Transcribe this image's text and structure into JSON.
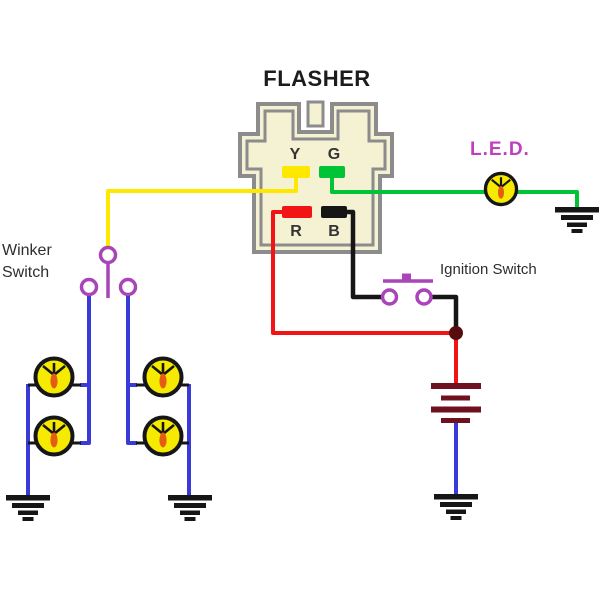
{
  "title": "FLASHER",
  "labels": {
    "flasher": "FLASHER",
    "winker_line1": "Winker",
    "winker_line2": "Switch",
    "ignition": "Ignition Switch",
    "led": "L.E.D.",
    "terminal_y": "Y",
    "terminal_g": "G",
    "terminal_r": "R",
    "terminal_b": "B"
  },
  "components": [
    "flasher relay connector with terminals Y G R B",
    "winker (turn signal) switch",
    "ignition switch (push type)",
    "L.E.D. indicator bulb",
    "left pair of turn signal lamps",
    "right pair of turn signal lamps",
    "battery",
    "four ground symbols",
    "wire junction dot"
  ],
  "colors": {
    "wire_yellow": "#ffe800",
    "wire_green": "#00c435",
    "wire_red": "#f21414",
    "wire_black": "#161616",
    "wire_blue": "#3a3ad8",
    "switch_purple": "#a944b9",
    "led_label_magenta": "#bf3fbf",
    "connector_fill": "#f5f1d3",
    "connector_outline": "#8c8c8c",
    "battery_maroon": "#6f1220",
    "junction_dark_red": "#570d0d",
    "lamp_yellow": "#f5ea00",
    "lamp_filament_orange": "#e55d13",
    "ground_black": "#161616",
    "text_dark": "#2e2e2e",
    "title_black": "#1c1c1c"
  }
}
